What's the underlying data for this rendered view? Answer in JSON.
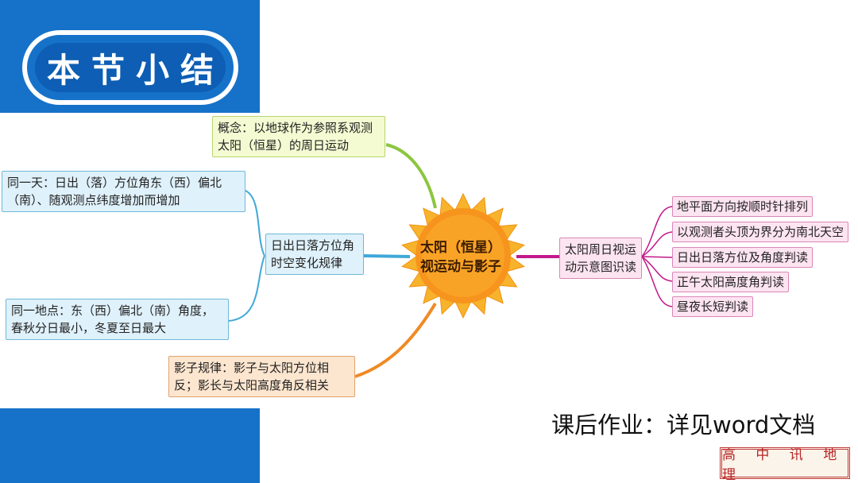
{
  "header": {
    "title": "本节小结"
  },
  "center": {
    "line1": "太阳（恒星）",
    "line2": "视运动与影子"
  },
  "nodes": {
    "concept": {
      "line1": "概念：以地球作为参照系观测",
      "line2": "太阳（恒星）的周日运动"
    },
    "sunrise_sunset": {
      "line1": "日出日落方位角",
      "line2": "时空变化规律"
    },
    "same_day": {
      "line1": "同一天：日出（落）方位角东（西）偏北",
      "line2": "（南）、随观测点纬度增加而增加"
    },
    "same_place": {
      "line1": "同一地点：东（西）偏北（南）角度，",
      "line2": "春秋分日最小，冬夏至日最大"
    },
    "shadow": {
      "line1": "影子规律：影子与太阳方位相",
      "line2": "反；影长与太阳高度角反相关"
    },
    "diagram_reading": {
      "line1": "太阳周日视运",
      "line2": "动示意图识读"
    },
    "right_items": [
      "地平面方向按顺时针排列",
      "以观测者头顶为界分为南北天空",
      "日出日落方位及角度判读",
      "正午太阳高度角判读",
      "昼夜长短判读"
    ]
  },
  "homework": "课后作业：详见word文档",
  "seal_text": "高 中 讯 地 理",
  "colors": {
    "band_blue": "#1672c9",
    "sun_orange": "#f7941d",
    "branch_green": "#8cc63f",
    "branch_blue": "#3fa8d8",
    "branch_orange": "#f08a24",
    "branch_pink": "#c2188b"
  }
}
